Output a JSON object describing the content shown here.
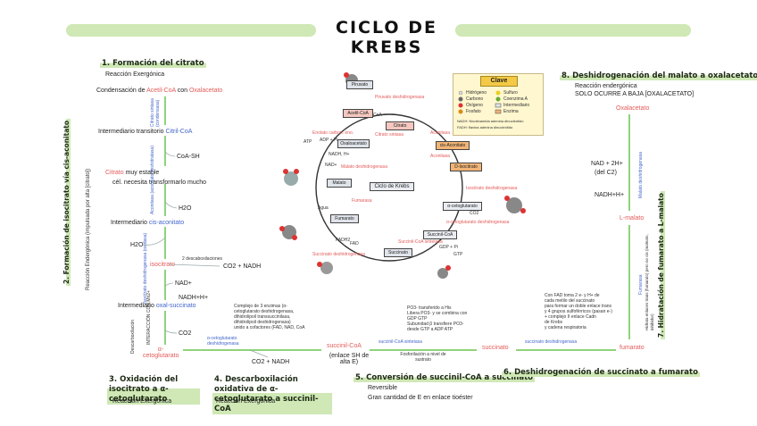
{
  "title": "CICLO DE KREBS",
  "colors": {
    "accent_green": "#cfe8b5",
    "arrow_green": "#8fd37a",
    "red": "#e35b59",
    "blue": "#4466cc"
  },
  "sections": {
    "s1": {
      "header": "1. Formación del citrato",
      "sub": "Reacción Exergónica",
      "condensation": "Condensación de",
      "acetyl": "Acetil-CoA",
      "con": "con",
      "oxaloacetate": "Oxalacetato",
      "enzyme": "Citrato sintasa (condensasa)",
      "intermediate_label": "Intermediario transitorio",
      "intermediate": "Citril-CoA",
      "coash": "CoA-SH",
      "citrate": "Citrato",
      "stable": "muy estable",
      "transform": "cél. necesita transformarlo mucho"
    },
    "s2": {
      "header": "2. Formación de isocitrato vía cis-aconitato",
      "sub": "Reacción Endergónica (impulsada por alta [citrato])",
      "aconitase": "Aconitasa (aconitato deshidratasa)",
      "h2o_out": "H2O",
      "intermediate_label": "Intermediario",
      "intermediate": "cis-aconitato",
      "h2o_in": "H2O",
      "isocitrate": "isocitrato",
      "decarbox": "2 descaboxilaciones",
      "co2_nadh": "CO2 + NADH"
    },
    "s3": {
      "header": "3. Oxidación del isocitrato a α-cetoglutarato",
      "sub": "Reacción Exergónica",
      "enzyme": "Isocitrato deshidrogenasa (oxidasa)",
      "nad": "NAD+",
      "nadh": "NADH+H+",
      "intermediate_label": "Intermediario",
      "intermediate": "oxal-succinato",
      "decarbox": "Descarboxilación",
      "interaccion": "INTERACCIÓN CON Mn2+",
      "co2": "CO2",
      "product": "α-cetoglutarato"
    },
    "s4": {
      "header": "4. Descarboxilación oxidativa de α-cetoglutarato a succinil-CoA",
      "sub": "Reacción Exergónica",
      "complex": [
        "Complejo de 3 enzimas (α-",
        "cetoglutarato deshidrogenasa,",
        "dihidrolipoil transsuccinilasa,",
        "dihidrolipoil deshidrogenasa)",
        "unido a cofactores (FAD, NAD, CoA"
      ],
      "enzyme": "α-cetoglutarato deshidrogenasa",
      "co2_nadh": "CO2 + NADH"
    },
    "s5": {
      "header": "5. Conversión de succinil-CoA a succinato",
      "reversible": "Reversible",
      "energy": "Gran cantidad de E en enlace tioéster",
      "succinyl": "succinil-CoA",
      "note": "(enlace SH de alta E)",
      "details": [
        "PO3- transferido a His",
        "Libera PO3- y se combina con",
        "GDP      GTP",
        "Subunidad β transfiere PO3-",
        "desde GTP a ADP      ATP"
      ],
      "enzyme": "succinil-CoA sintetasa",
      "phosph": "Fosforilación a nivel de sustrato"
    },
    "s6": {
      "header": "6. Deshidrogenación de succinato a fumarato",
      "succinate": "succinato",
      "enzyme": "succinato deshidrogenasa",
      "details": [
        "Con FAD      toma 2 e- y H+ de",
        "cada metilo del succinato",
        "para formar un doble enlace trans",
        "y 4 grupos sulfoférricos (pasan e-)",
        "+ complejo II      enlace Cadn",
        "de Krebs",
        "y cadena respiratoria"
      ],
      "fumarate": "fumarato"
    },
    "s7": {
      "header": "7. Hidratación de fumarato a L-malato",
      "enzyme": "Fumarasa",
      "detail": "Hidrata enlaces trans (fumarato) pero no cis (maleato, inhibidor)",
      "malate": "L-malato"
    },
    "s8": {
      "header": "8. Deshidrogenación del malato a oxalacetato",
      "sub": "Reacción endergónica",
      "note": "SOLO OCURRE A BAJA [OXALACETATO]",
      "oxaloacetate": "Oxalacetato",
      "nadh_line1": "NAD + 2H+",
      "nadh_line2": "(del C2)",
      "nadh_out": "NADH+H+",
      "enzyme": "Malato deshidrogenasa"
    }
  },
  "diagram": {
    "center": "Ciclo de Krebs",
    "nodes": {
      "pyruvate": "Piruvato",
      "acetyl": "Acetil-CoA",
      "citrate": "Citrato",
      "cis": "cis-Aconitato",
      "isocitrate": "D-Isocitrato",
      "akg": "α-cetoglutarato",
      "succinyl": "Succinil-CoA",
      "succinate": "Succinato",
      "fumarate": "Fumarato",
      "malate": "Malato",
      "oxaloacetate": "Oxaloacetato"
    },
    "enzymes": {
      "citrate_synth": "Citrato sintasa",
      "aconitase1": "Aconitasa",
      "aconitase2": "Aconitasa",
      "isocitrate_dh": "Isocitrato deshidrogenasa",
      "akg_dh": "α-cetoglutarato deshidrogenasa",
      "succ_syn": "Succinil-CoA sintetasa",
      "succ_dh": "Succinato deshidrogenasa",
      "fumarase": "Fumarasa",
      "malate_dh": "Malato deshidrogenasa",
      "pyruvate_dh": "Piruvato deshidrogenasa"
    },
    "labels": {
      "water": "Agua",
      "nadh": "NADH, H+",
      "nad": "NAD+",
      "co2": "CO2",
      "fad": "FAD",
      "fadh2": "FADH2",
      "gdp": "GDP + Pi",
      "gtp": "GTP",
      "coa": "CoA",
      "enol": "Enolato carbon. eno.",
      "acp": "ADP + Pi",
      "atp": "ATP"
    },
    "key": {
      "title": "Clave",
      "items": [
        "Hidrógeno",
        "Carbono",
        "Oxígeno",
        "Fosfato",
        "Sulfuro",
        "Coenzima A",
        "Intermediario",
        "Enzima",
        "NADH: Nicotinamida adenina dinucleótido",
        "FADH: flavina adenina dinucleótido"
      ]
    }
  }
}
